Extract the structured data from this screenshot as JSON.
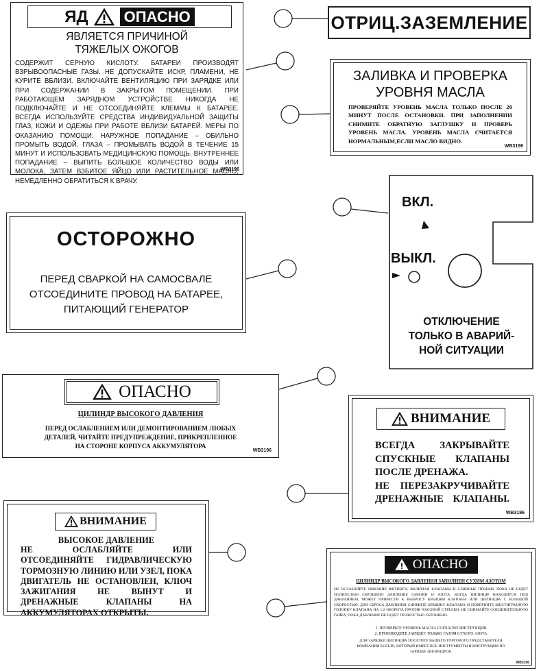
{
  "battery_decal": {
    "title_left": "ЯД",
    "title_right": "ОПАСНО",
    "subtitle_line1": "ЯВЛЯЕТСЯ ПРИЧИНОЙ",
    "subtitle_line2": "ТЯЖЕЛЫХ ОЖОГОВ",
    "body": "СОДЕРЖИТ СЕРНУЮ КИСЛОТУ. БАТАРЕИ ПРОИЗВОДЯТ ВЗРЫВООПАСНЫЕ ГАЗЫ. НЕ ДОПУСКАЙТЕ ИСКР, ПЛАМЕНИ, НЕ КУРИТЕ ВБЛИЗИ. ВКЛЮЧАЙТЕ ВЕНТИЛЯЦИЮ ПРИ ЗАРЯДКЕ ИЛИ ПРИ СОДЕРЖАНИИ В ЗАКРЫТОМ ПОМЕЩЕНИИ. ПРИ РАБОТАЮЩЕМ ЗАРЯДНОМ УСТРОЙСТВЕ НИКОГДА НЕ ПОДКЛЮЧАЙТЕ И НЕ ОТСОЕДИНЯЙТЕ КЛЕММЫ К БАТАРЕЕ. ВСЕГДА ИСПОЛЬЗУЙТЕ СРЕДСТВА ИНДИВИДУАЛЬНОЙ ЗАЩИТЫ ГЛАЗ, КОЖИ И ОДЕЖЫ ПРИ РАБОТЕ ВБЛИЗИ БАТАРЕЙ. МЕРЫ ПО ОКАЗАНИЮ ПОМОЩИ: НАРУЖНОЕ ПОПАДАНИЕ – ОБИЛЬНО ПРОМЫТЬ ВОДОЙ. ГЛАЗА – ПРОМЫВАТЬ ВОДОЙ В ТЕЧЕНИЕ 15 МИНУТ И ИСПОЛЬЗОВАТЬ МЕДИЦИНСКУЮ ПОМОЩЬ. ВНУТРЕННЕЕ ПОПАДАНИЕ – ВЫПИТЬ БОЛЬШОЕ КОЛИЧЕСТВО ВОДЫ ИЛИ МОЛОКА, ЗАТЕМ ВЗБИТОЕ ЯЙЦО ИЛИ РАСТИТЕЛЬНОЕ МАСЛО, НЕМЕДЛЕННО ОБРАТИТЬСЯ К ВРАЧУ.",
    "code": "WB3196"
  },
  "ground_decal": {
    "text": "ОТРИЦ.ЗАЗЕМЛЕНИЕ"
  },
  "oil_decal": {
    "title_line1": "ЗАЛИВКА И ПРОВЕРКА",
    "title_line2": "УРОВНЯ МАСЛА",
    "body": "ПРОВЕРЯЙТЕ УРОВЕНЬ МАСЛА ТОЛЬКО ПОСЛЕ 20 МИНУТ ПОСЛЕ ОСТАНОВКИ. ПРИ ЗАПОЛНЕНИИ СНИМИТЕ ОБРАТНУЮ ЗАГЛУШКУ И ПРОВЕРЬ УРОВЕНЬ МАСЛА. УРОВЕНЬ МАСЛА СЧИТАЕТСЯ НОРМАЛЬНЫМ,ЕСЛИ МАСЛО ВИДНО.",
    "code": "WB3196"
  },
  "switch_decal": {
    "on_label": "ВКЛ.",
    "off_label": "ВЫКЛ.",
    "note_line1": "ОТКЛЮЧЕНИЕ",
    "note_line2": "ТОЛЬКО В АВАРИЙ-",
    "note_line3": "НОЙ СИТУАЦИИ"
  },
  "welding_decal": {
    "title": "ОСТОРОЖНО",
    "line1": "ПЕРЕД СВАРКОЙ НА САМОСВАЛЕ",
    "line2": "ОТСОЕДИНИТЕ ПРОВОД НА БАТАРЕЕ,",
    "line3": "ПИТАЮЩИЙ ГЕНЕРАТОР"
  },
  "cylinder_decal": {
    "title": "ОПАСНО",
    "subtitle": "ЦИЛИНДР ВЫСОКОГО ДАВЛЕНИЯ",
    "line1": "ПЕРЕД ОСЛАБЛЕНИЕМ ИЛИ ДЕМОНТИРОВАНИЕМ ЛЮБЫХ",
    "line2": "ДЕТАЛЕЙ, ЧИТАЙТЕ ПРЕДУПРЕЖДЕНИЕ, ПРИКРЕПЛЕННОЕ",
    "line3": "НА СТОРОНЕ КОРПУСА АККУМУЛЯТОРА",
    "code": "WB3196"
  },
  "drain_decal": {
    "title": "ВНИМАНИЕ",
    "line1": "ВСЕГДА ЗАКРЫВАЙТЕ",
    "line2": "СПУСКНЫЕ КЛАПАНЫ",
    "line3": "ПОСЛЕ ДРЕНАЖА.",
    "line4": "НЕ ПЕРЕЗАКРУЧИВАЙТЕ",
    "line5": "ДРЕНАЖНЫЕ КЛАПАНЫ.",
    "code": "WB3196"
  },
  "brake_decal": {
    "title": "ВНИМАНИЕ",
    "line1": "ВЫСОКОЕ ДАВЛЕНИЕ",
    "body": "НЕ ОСЛАБЛЯЙТЕ ИЛИ ОТСОЕДИНЯЙТЕ ГИДРАВЛИЧЕСКУЮ ТОРМОЗНУЮ ЛИНИЮ ИЛИ УЗЕЛ, ПОКА ДВИГАТЕЛЬ НЕ ОСТАНОВЛЕН, КЛЮЧ ЗАЖИГАНИЯ НЕ ВЫНУТ И ДРЕНАЖНЫЕ КЛАПАНЫ НА АККУМУЛЯТОРАХ ОТКРЫТЫ."
  },
  "accumulator_decal": {
    "title": "ОПАСНО",
    "subtitle": "ЦИЛИНДР ВЫСОКОГО ДАВЛЕНИЯ ЗАПОЛНЕН СУХИМ АЗОТОМ",
    "body": "НЕ ОСЛАБЛЯЙТЕ НИКАКИЕ ФИТИНГИ, ВКЛЮЧАЯ КЛАПАНЫ И СЛИВНЫЕ ПРОБКИ, ПОКА НЕ БУДЕТ ПОЛНОСТЬЮ СБРОШЕНО ДАВЛЕНИЕ СМАЗКИ И АЗОТА. КОГДА ЦИЛИНДР НАХОДИТСЯ ПОД ДАВЛЕНИЕМ, МОЖЕТ ПРИВЕСТИ К ВЫБРОСУ КРЫШКИ КЛАПАНА ИЛИ ЦИЛИНДРА С БОЛЬШОЙ СКОРОСТЬЮ. ДЛЯ СБРОСА ДАВЛЕНИЯ СНИМИТЕ КРЫШКУ КЛАПАНА И ПОВЕРНИТЕ ШЕСТИГРАННУЮ ГОЛОВКУ КЛАПАНА НА 1/2 ОБОРОТА ПРОТИВ ЧАСОВОЙ СТРЕЛКИ. НЕ СНИМАЙТЕ СОЕДИНИТЕЛЬНУЮ ГАЙКУ, ПОКА ДАВЛЕНИЕ НЕ БУДЕТ ПОЛНОСТЬЮ СБРОШЕНО.",
    "step1": "1. ПРОВЕРЬТЕ УРОВЕНЬ МАСЛА СОГЛАСНО ИНСТРУКЦИИ",
    "step2": "2. ПРОИЗВОДИТЕ ЗАРЯДКУ ТОЛЬКО ГАЗОМ СУХОГО АЗОТА",
    "footer": "ДЛЯ ЗАРЯДКИ ЦИЛИНДРА ПОСЕТИТЕ ВАШЕГО ТОРГОВОГО ПРЕДСТАВИТЕЛЯ КОМПАНИИ EUCLID, КОТОРЫЙ ИМЕЕТ ВСЕ ИНСТРУМЕНТЫ И ИНСТРУКЦИИ ПО ЗАРЯДКЕ ЦИЛИНДРОВ.",
    "code": "WB3196"
  }
}
